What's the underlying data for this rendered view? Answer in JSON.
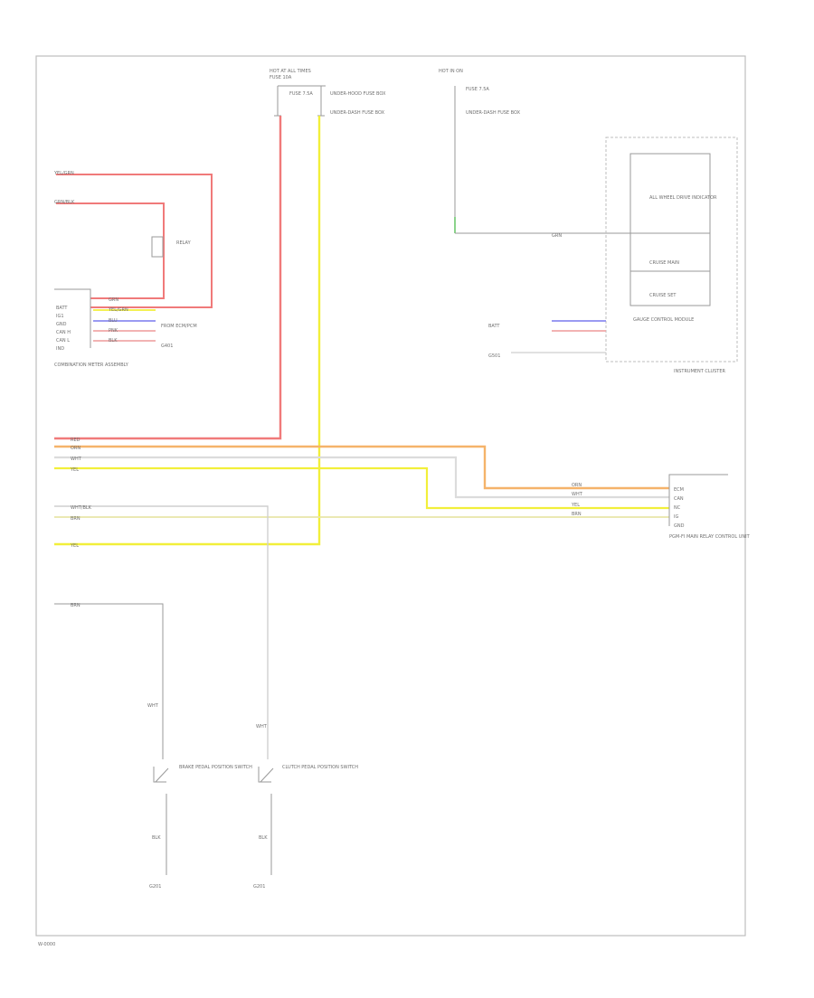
{
  "footer_code": "W-0000",
  "colors": {
    "red": "#f07a7a",
    "yellow": "#f2ef3a",
    "orange": "#f5b36a",
    "white": "#dcdcdc",
    "green": "#8bd38b",
    "blue": "#8c8cf0",
    "pink": "#f0a8a8",
    "line": "#9a9a9a",
    "border": "#bdbdbd"
  },
  "labels": {
    "top_fuse_a": "HOT AT ALL TIMES",
    "top_fuse_b": "FUSE 10A",
    "top_fuse_c": "UNDER-HOOD FUSE BOX",
    "top_fuse_d": "FUSE 7.5A",
    "top_fuse_e": "UNDER-DASH FUSE BOX",
    "top_mid_a": "HOT IN ON",
    "top_mid_b": "FUSE 7.5A",
    "top_mid_c": "UNDER-DASH FUSE BOX",
    "left_wire_a": "YEL/GRN",
    "left_wire_b": "GRN/BLK",
    "relay_name": "RELAY",
    "left_unit": "COMBINATION METER ASSEMBLY",
    "left_pins": [
      "BATT",
      "IG1",
      "GND",
      "CAN H",
      "CAN L",
      "IND"
    ],
    "left_wires": [
      "GRN",
      "YEL/GRN",
      "BLU",
      "PNK",
      "BLK"
    ],
    "left_note_a": "FROM ECM/PCM",
    "left_note_b": "G401",
    "meter_title": "GAUGE CONTROL MODULE",
    "meter_box_a": "ALL WHEEL DRIVE INDICATOR",
    "meter_box_b": "CRUISE MAIN",
    "meter_box_c": "CRUISE SET",
    "meter_side": "INSTRUMENT CLUSTER",
    "meter_wire": "GRN",
    "meter_note": "BATT",
    "meter_note2": "G501",
    "mid_wires": [
      "RED",
      "ORN",
      "WHT",
      "YEL"
    ],
    "mid_wire_e": "WHT/BLK",
    "mid_wire_f": "BRN",
    "mid_wire_g": "YEL",
    "right_unit": "PGM-FI MAIN RELAY CONTROL UNIT",
    "right_pins": [
      "ECM",
      "CAN",
      "NC",
      "IG",
      "GND"
    ],
    "right_vals": [
      "ORN",
      "WHT",
      "YEL",
      "BRN"
    ],
    "lower_wire_h": "BRN",
    "sw1_top": "WHT",
    "sw1_name": "BRAKE PEDAL POSITION SWITCH",
    "sw1_bottom": "BLK",
    "sw1_ground": "G201",
    "sw2_top": "WHT",
    "sw2_name": "CLUTCH PEDAL POSITION SWITCH",
    "sw2_bottom": "BLK",
    "sw2_ground": "G201"
  }
}
